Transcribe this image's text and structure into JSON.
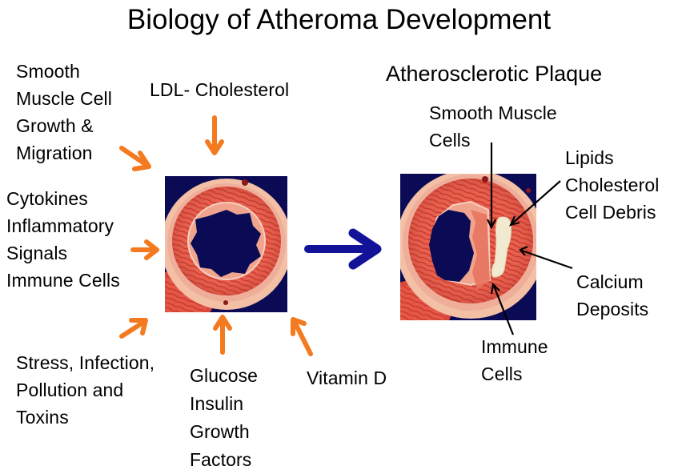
{
  "title": "Biology of Atheroma Development",
  "colors": {
    "orange_arrow": "#f47a20",
    "blue_arrow": "#13139a",
    "vessel_background": "#0b0b55",
    "vessel_wall": "#e8604c",
    "plaque": "#f2ead0"
  },
  "left_panel": {
    "factors": [
      {
        "id": "smooth-muscle",
        "text": "Smooth\nMuscle Cell\nGrowth &\nMigration"
      },
      {
        "id": "ldl",
        "text": "LDL- Cholesterol"
      },
      {
        "id": "cytokines",
        "text": "Cytokines\nInflammatory\nSignals\nImmune Cells"
      },
      {
        "id": "stress",
        "text": "Stress, Infection,\nPollution and\nToxins"
      },
      {
        "id": "glucose",
        "text": "Glucose\nInsulin\nGrowth\nFactors"
      },
      {
        "id": "vitamin-d",
        "text": "Vitamin D"
      }
    ],
    "image_label": "healthy-artery-cross-section"
  },
  "right_panel": {
    "title": "Atherosclerotic Plaque",
    "labels": [
      {
        "id": "smooth-muscle-cells",
        "text": "Smooth Muscle\nCells"
      },
      {
        "id": "lipids",
        "text": "Lipids\nCholesterol\nCell Debris"
      },
      {
        "id": "calcium",
        "text": "Calcium\nDeposits"
      },
      {
        "id": "immune-cells",
        "text": "Immune\nCells"
      }
    ],
    "image_label": "plaque-artery-cross-section"
  }
}
